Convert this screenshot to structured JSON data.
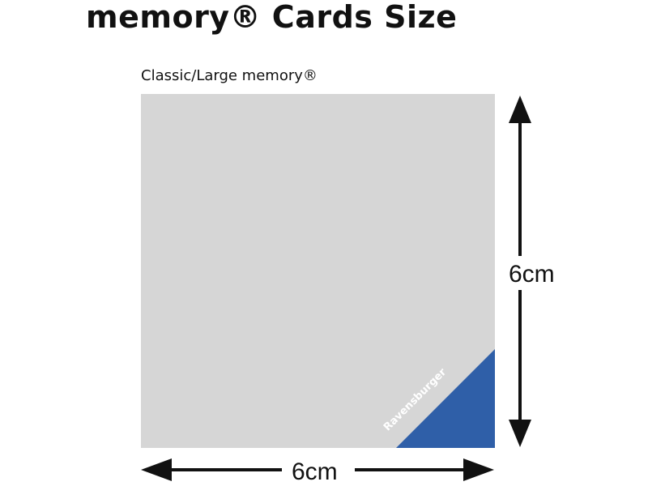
{
  "title": "memory® Cards Size",
  "card_label": "Classic/Large memory®",
  "brand": "Ravensburger",
  "height_label": "6cm",
  "width_label": "6cm",
  "colors": {
    "card": "#d6d6d6",
    "brand_corner": "#2f5fa8",
    "arrows": "#111111"
  }
}
